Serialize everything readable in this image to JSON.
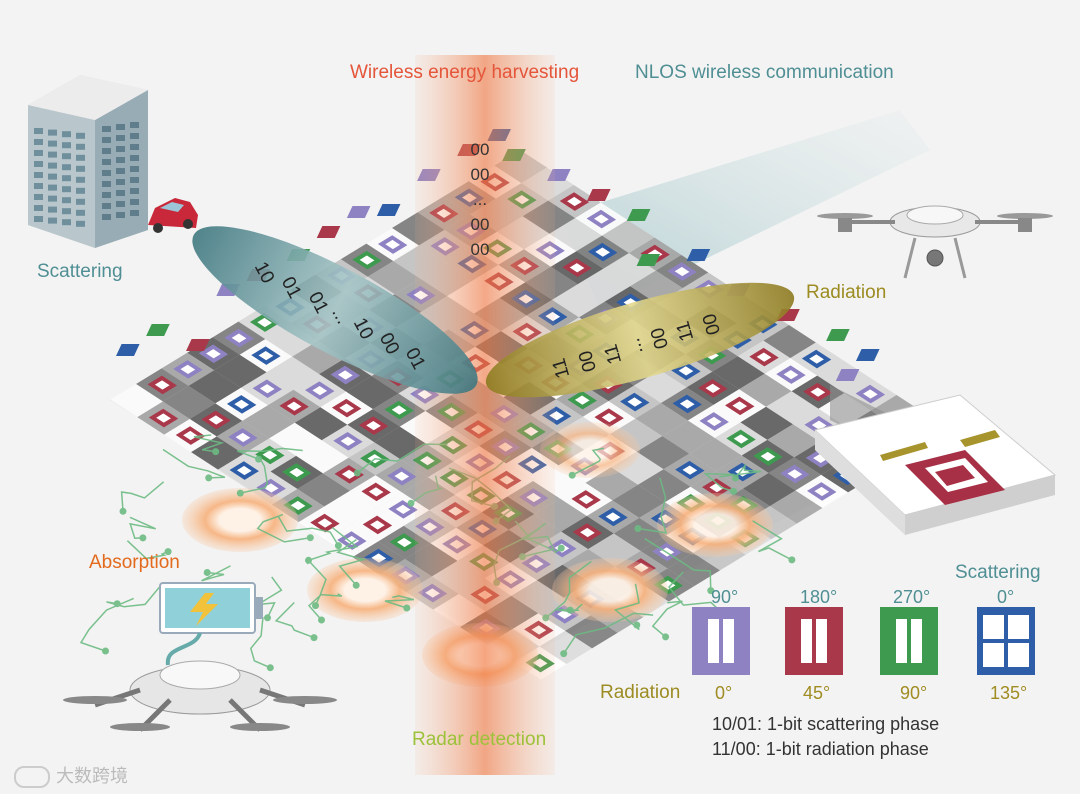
{
  "labels": {
    "energy": "Wireless energy harvesting",
    "nlos": "NLOS wireless communication",
    "scattering_top": "Scattering",
    "radiation_right": "Radiation",
    "absorption": "Absorption",
    "radar": "Radar detection",
    "scattering_legend": "Scattering",
    "radiation_legend": "Radiation"
  },
  "beam_codes": [
    "00",
    "00",
    "...",
    "00",
    "00"
  ],
  "scatter_codes": [
    "10",
    "01",
    "01",
    "...",
    "10",
    "00",
    "01"
  ],
  "radiation_codes": [
    "11",
    "00",
    "11",
    "...",
    "00",
    "11",
    "00"
  ],
  "legend": {
    "cells": [
      {
        "scatter": "90°",
        "radiation": "0°",
        "color": "#8f82c3"
      },
      {
        "scatter": "180°",
        "radiation": "45°",
        "color": "#a8384a"
      },
      {
        "scatter": "270°",
        "radiation": "90°",
        "color": "#3d9a4f"
      },
      {
        "scatter": "0°",
        "radiation": "135°",
        "color": "#2e5ea8"
      }
    ],
    "line1": "10/01: 1-bit scattering phase",
    "line2": "11/00: 1-bit radiation phase"
  },
  "watermark": "大数跨境",
  "colors": {
    "purple": "#8f82c3",
    "red": "#a8384a",
    "green": "#3d9a4f",
    "blue": "#2e5ea8",
    "beam": "#f28c5a",
    "scatter_ellipse": "#5c8f95",
    "radiation_ellipse": "#a8942d"
  }
}
